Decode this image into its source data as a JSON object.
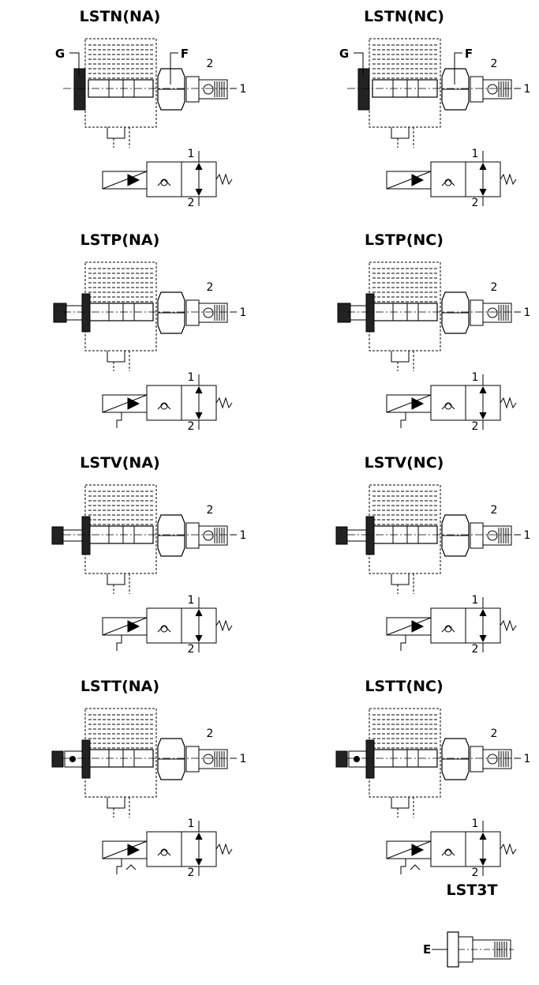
{
  "variants": [
    {
      "title": "LSTN(NA)",
      "port_top": "2",
      "port_side": "1",
      "sym_top": "1",
      "sym_bottom": "2",
      "callout_left": "G",
      "callout_right": "F",
      "operator": "none",
      "spool": "normally-open"
    },
    {
      "title": "LSTN(NC)",
      "port_top": "2",
      "port_side": "1",
      "sym_top": "1",
      "sym_bottom": "2",
      "callout_left": "G",
      "callout_right": "F",
      "operator": "none",
      "spool": "normally-closed"
    },
    {
      "title": "LSTP(NA)",
      "port_top": "2",
      "port_side": "1",
      "sym_top": "1",
      "sym_bottom": "2",
      "operator": "push",
      "spool": "normally-open"
    },
    {
      "title": "LSTP(NC)",
      "port_top": "2",
      "port_side": "1",
      "sym_top": "1",
      "sym_bottom": "2",
      "operator": "push",
      "spool": "normally-closed"
    },
    {
      "title": "LSTV(NA)",
      "port_top": "2",
      "port_side": "1",
      "sym_top": "1",
      "sym_bottom": "2",
      "operator": "screw",
      "spool": "normally-open"
    },
    {
      "title": "LSTV(NC)",
      "port_top": "2",
      "port_side": "1",
      "sym_top": "1",
      "sym_bottom": "2",
      "operator": "screw",
      "spool": "normally-closed"
    },
    {
      "title": "LSTT(NA)",
      "port_top": "2",
      "port_side": "1",
      "sym_top": "1",
      "sym_bottom": "2",
      "operator": "detent",
      "spool": "normally-open"
    },
    {
      "title": "LSTT(NC)",
      "port_top": "2",
      "port_side": "1",
      "sym_top": "1",
      "sym_bottom": "2",
      "operator": "detent",
      "spool": "normally-closed"
    }
  ],
  "cartridge": {
    "title": "LST3T",
    "callout": "E"
  },
  "colors": {
    "line": "#000000",
    "background": "#ffffff"
  }
}
